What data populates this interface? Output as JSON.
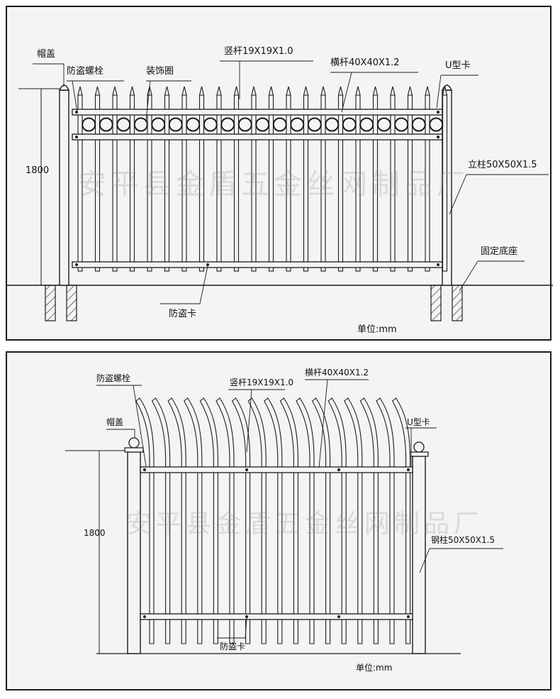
{
  "top": {
    "labels": {
      "cap": "帽盖",
      "bolt": "防盗螺栓",
      "ring": "装饰圈",
      "picket": "竖杆19X19X1.0",
      "rail": "横杆40X40X1.2",
      "uclip": "U型卡",
      "post": "立柱50X50X1.5",
      "base": "固定底座",
      "clip": "防盗卡",
      "height": "1800",
      "unit": "单位:mm"
    },
    "watermark": "安平县金盾五金丝网制品厂"
  },
  "bottom": {
    "labels": {
      "bolt": "防盗螺栓",
      "cap": "帽盖",
      "picket": "竖杆19X19X1.0",
      "rail": "横杆40X40X1.2",
      "uclip": "U型卡",
      "post": "钢柱50X50X1.5",
      "clip": "防盗卡",
      "height": "1800",
      "unit": "单位:mm"
    },
    "watermark": "安平县金盾五金丝网制品厂"
  }
}
